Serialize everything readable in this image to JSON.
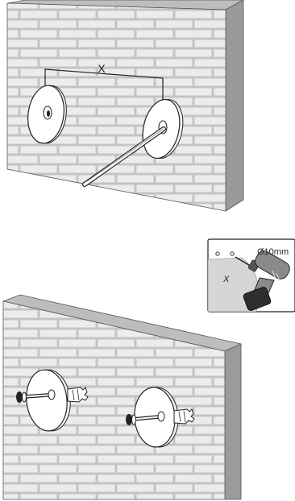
{
  "step1": {
    "distance_label": "X"
  },
  "drill_inset": {
    "drill_size": "Ø10mm",
    "mark_label": "X"
  },
  "colors": {
    "wall_face": "#d4d4d4",
    "brick": "#ececec",
    "mortar": "#c2c2c2",
    "wall_side": "#9a9a9a",
    "wall_top": "#bdbdbd",
    "disc": "#ffffff",
    "outline": "#222222",
    "drill_body": "#8a8a8a",
    "drill_battery": "#2e2e2e"
  }
}
